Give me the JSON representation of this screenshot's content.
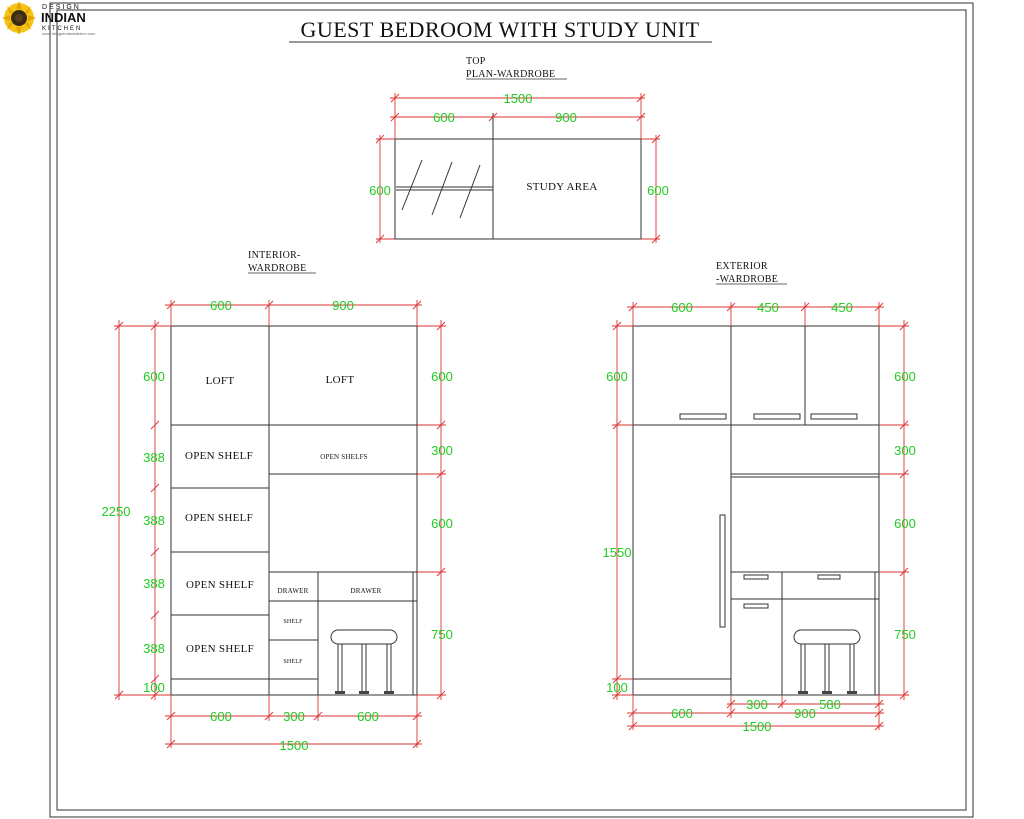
{
  "logo": {
    "top": "DESIGN",
    "main": "INDIAN",
    "bottom": "KITCHEN",
    "url": "www.designindiankitchen.com"
  },
  "title": "GUEST  BEDROOM WITH STUDY UNIT",
  "top_plan": {
    "heading_line1": "TOP",
    "heading_line2": "PLAN-WARDROBE",
    "study_label": "STUDY AREA",
    "dims": {
      "total": "1500",
      "left": "600",
      "right": "900",
      "depth_left": "600",
      "depth_right": "600"
    }
  },
  "interior": {
    "heading_line1": "INTERIOR-",
    "heading_line2": "WARDROBE",
    "loft_left": "LOFT",
    "loft_right": "LOFT",
    "open_shelf": "OPEN SHELF",
    "open_shelf_right": "OPEN SHELFS",
    "drawer_left": "DRAWER",
    "drawer_right": "DRAWER",
    "shelf": "SHELF",
    "dims": {
      "top_left": "600",
      "top_right": "900",
      "left_600": "600",
      "left_388": "388",
      "left_100": "100",
      "total_height": "2250",
      "right_600": "600",
      "right_300": "300",
      "right_600b": "600",
      "right_750": "750",
      "bottom_600": "600",
      "bottom_300": "300",
      "bottom_600b": "600",
      "bottom_total": "1500"
    }
  },
  "exterior": {
    "heading_line1": "EXTERIOR",
    "heading_line2": "-WARDROBE",
    "dims": {
      "top_600": "600",
      "top_450a": "450",
      "top_450b": "450",
      "left_600": "600",
      "left_1550": "1550",
      "left_100": "100",
      "right_600": "600",
      "right_300": "300",
      "right_600b": "600",
      "right_750": "750",
      "bottom_300": "300",
      "bottom_580": "580",
      "bottom_600": "600",
      "bottom_900": "900",
      "bottom_total": "1500"
    }
  },
  "colors": {
    "dimension_text": "#22cc22",
    "dimension_line": "#dd3333",
    "object_line": "#333333"
  }
}
